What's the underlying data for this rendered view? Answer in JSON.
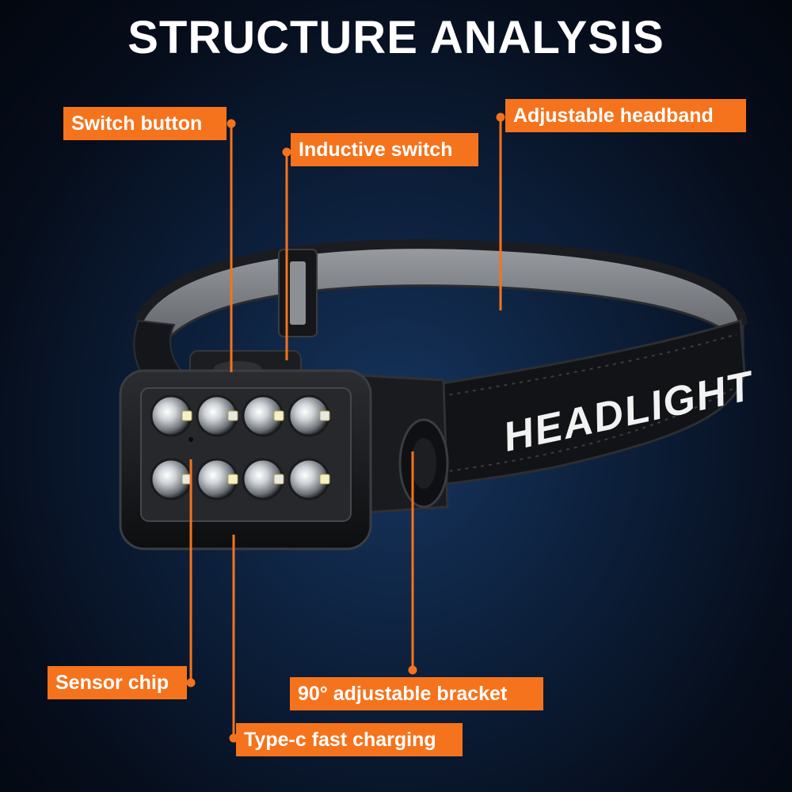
{
  "title": "STRUCTURE ANALYSIS",
  "labels": {
    "switch_button": "Switch button",
    "inductive_switch": "Inductive switch",
    "adjustable_headband": "Adjustable headband",
    "sensor_chip": "Sensor chip",
    "adjustable_bracket": "90° adjustable bracket",
    "type_c_charging": "Type-c fast charging"
  },
  "product": {
    "strap_text": "HEADLIGHT",
    "led_count": 8
  },
  "colors": {
    "accent": "#f5731d",
    "background": "#0c1f3a",
    "title": "#ffffff"
  }
}
